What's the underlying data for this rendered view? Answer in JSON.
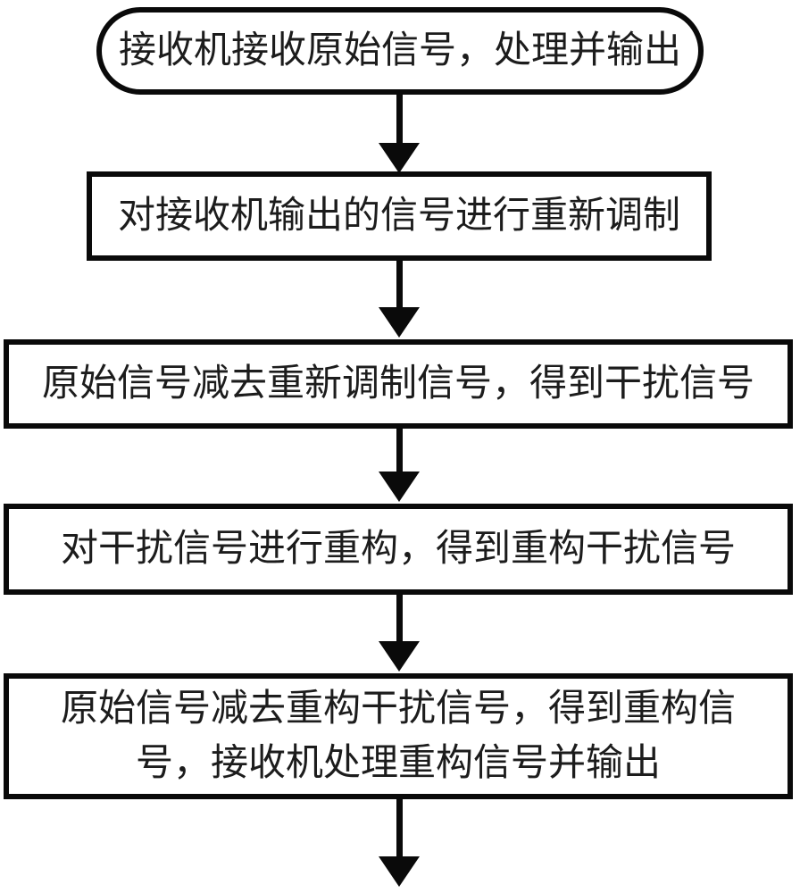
{
  "figure": {
    "type": "flowchart",
    "direction": "top-down",
    "background_color": "#ffffff",
    "line_color": "#0a0a0a",
    "text_color": "#1c1c1c"
  },
  "flowchart": {
    "nodes": [
      {
        "shape": "stadium",
        "text": "接收机接收原始信号，处理并输出"
      },
      {
        "shape": "rect",
        "text": "对接收机输出的信号进行重新调制"
      },
      {
        "shape": "rect",
        "text": "原始信号减去重新调制信号，得到干扰信号"
      },
      {
        "shape": "rect",
        "text": "对干扰信号进行重构，得到重构干扰信号"
      },
      {
        "shape": "rect",
        "text": "原始信号减去重构干扰信号，得到重构信号，接收机处理重构信号并输出"
      }
    ],
    "connectors": [
      {
        "from": 0,
        "to": 1,
        "style": "solid-down-arrow"
      },
      {
        "from": 1,
        "to": 2,
        "style": "solid-down-arrow"
      },
      {
        "from": 2,
        "to": 3,
        "style": "solid-down-arrow"
      },
      {
        "from": 3,
        "to": 4,
        "style": "solid-down-arrow"
      },
      {
        "from": 4,
        "to": "output",
        "style": "solid-down-arrow"
      }
    ]
  }
}
